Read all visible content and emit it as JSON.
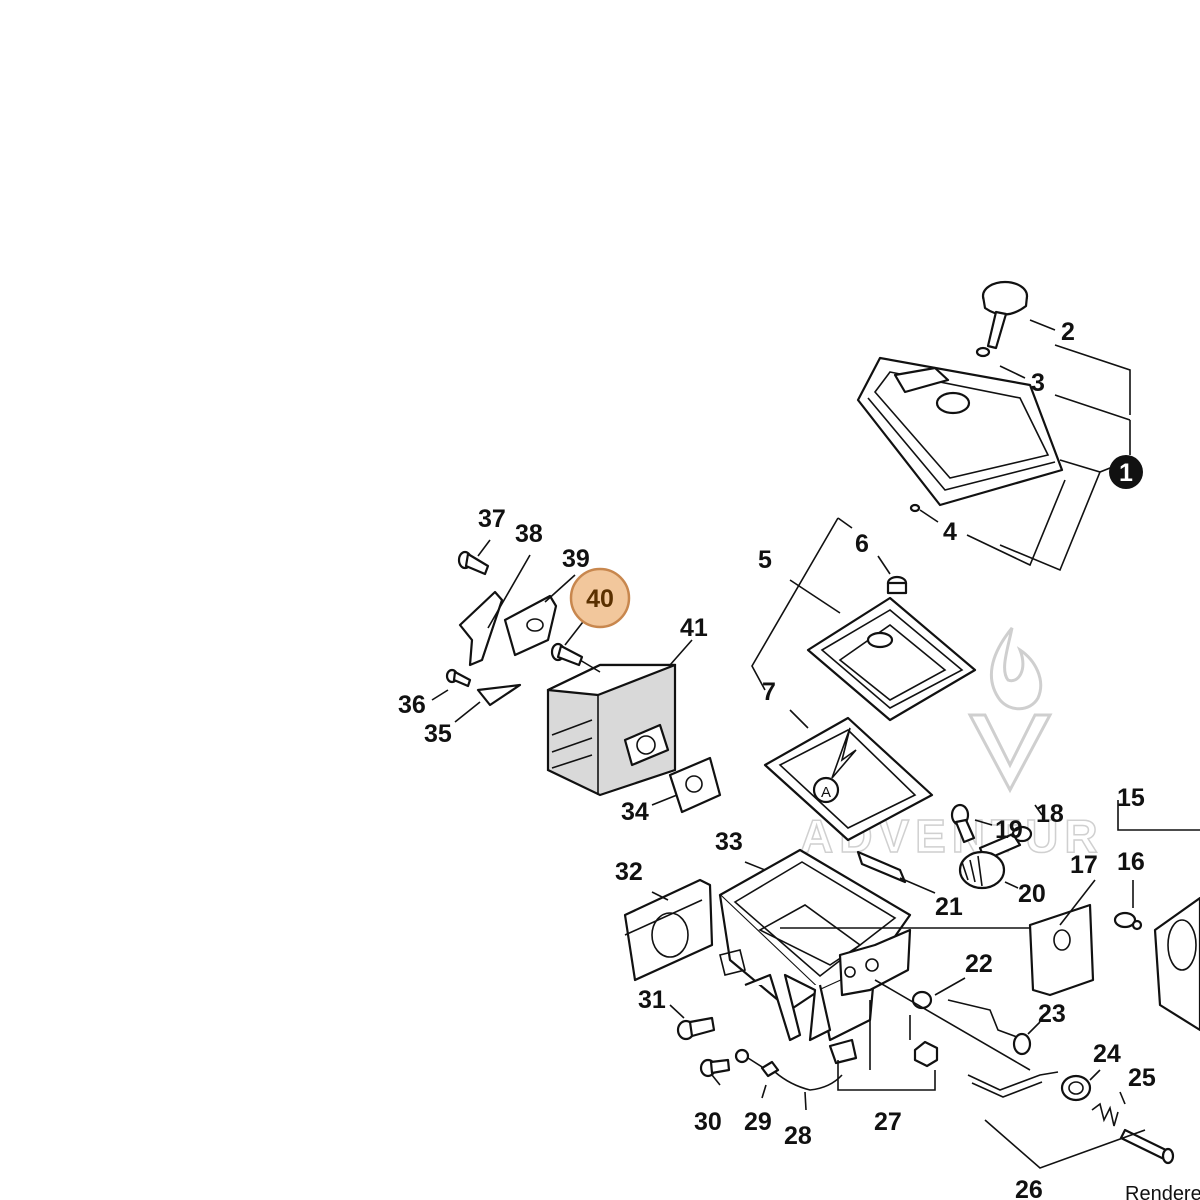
{
  "callouts": {
    "c1": "1",
    "c2": "2",
    "c3": "3",
    "c4": "4",
    "c5": "5",
    "c6": "6",
    "c7": "7",
    "c15": "15",
    "c16": "16",
    "c17": "17",
    "c18": "18",
    "c19": "19",
    "c20": "20",
    "c21": "21",
    "c22": "22",
    "c23": "23",
    "c24": "24",
    "c25": "25",
    "c26": "26",
    "c27": "27",
    "c28": "28",
    "c29": "29",
    "c30": "30",
    "c31": "31",
    "c32": "32",
    "c33": "33",
    "c34": "34",
    "c35": "35",
    "c36": "36",
    "c37": "37",
    "c38": "38",
    "c39": "39",
    "c40": "40",
    "c41": "41"
  },
  "detail_marker": "A",
  "highlight": {
    "label": "40",
    "fill": "#f2c79c",
    "stroke": "#c8874e",
    "text_color": "#5a3000"
  },
  "watermark": {
    "text": "ADVENTUR"
  },
  "footer_text": "Rendered"
}
